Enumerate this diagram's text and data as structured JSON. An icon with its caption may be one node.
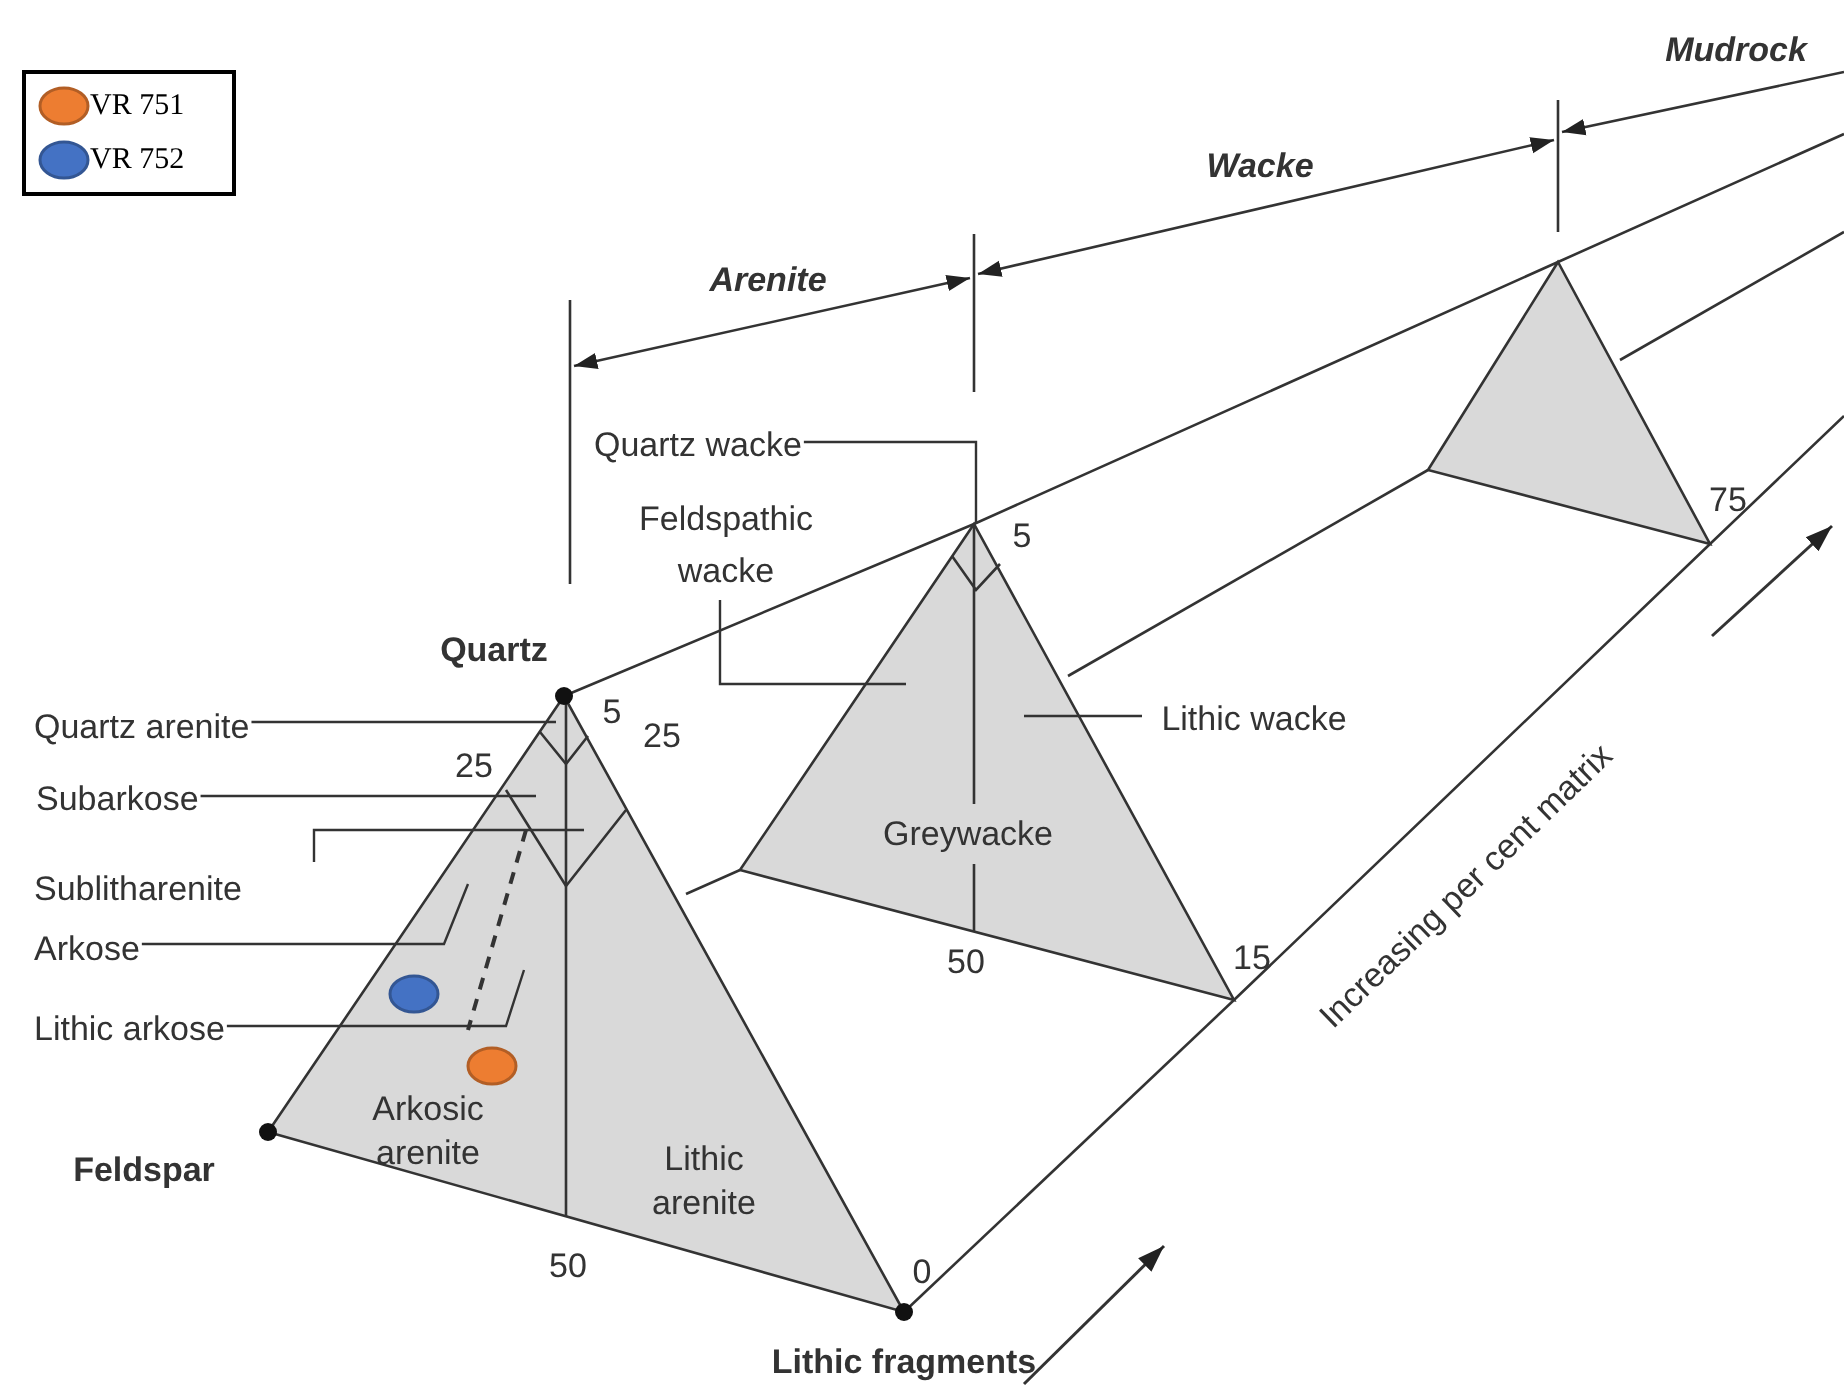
{
  "diagram": {
    "nodes": [
      {
        "text": [
          "Quartz arenite"
        ]
      },
      {
        "text": [
          "Subarkose"
        ]
      },
      {
        "text": [
          "Sublitharenite"
        ]
      },
      {
        "text": [
          "Arkose"
        ]
      },
      {
        "text": [
          "Lithic arkose"
        ]
      },
      {
        "text": [
          "Quartz wacke"
        ]
      },
      {
        "text": [
          "Feldspathic wacke"
        ]
      },
      {
        "text": [
          "Lithic wacke"
        ]
      }
    ],
    "edges": [
      {
        "from": 0,
        "to": null,
        "arrow": "none"
      },
      {
        "from": 1,
        "to": null,
        "arrow": "none"
      },
      {
        "from": 2,
        "to": null,
        "arrow": "none"
      },
      {
        "from": 3,
        "to": null,
        "arrow": "none"
      },
      {
        "from": 4,
        "to": null,
        "arrow": "none"
      },
      {
        "from": 5,
        "to": null,
        "arrow": "none"
      },
      {
        "from": 6,
        "to": null,
        "arrow": "none"
      },
      {
        "from": 7,
        "to": null,
        "arrow": "none"
      }
    ],
    "labels": [
      "Mudrock",
      "Wacke",
      "Arenite",
      "Quartz",
      "5",
      "25",
      "25",
      "Arkosic arenite",
      "Feldspar",
      "Lithic arenite",
      "50",
      "0",
      "Lithic fragments",
      "5",
      "Greywacke",
      "50",
      "15",
      "75",
      "Increasing per cent matrix"
    ],
    "legend": [
      {
        "text": "VR 751",
        "color": "#ed7d31"
      },
      {
        "text": "VR 752",
        "color": "#4472c4"
      }
    ]
  }
}
